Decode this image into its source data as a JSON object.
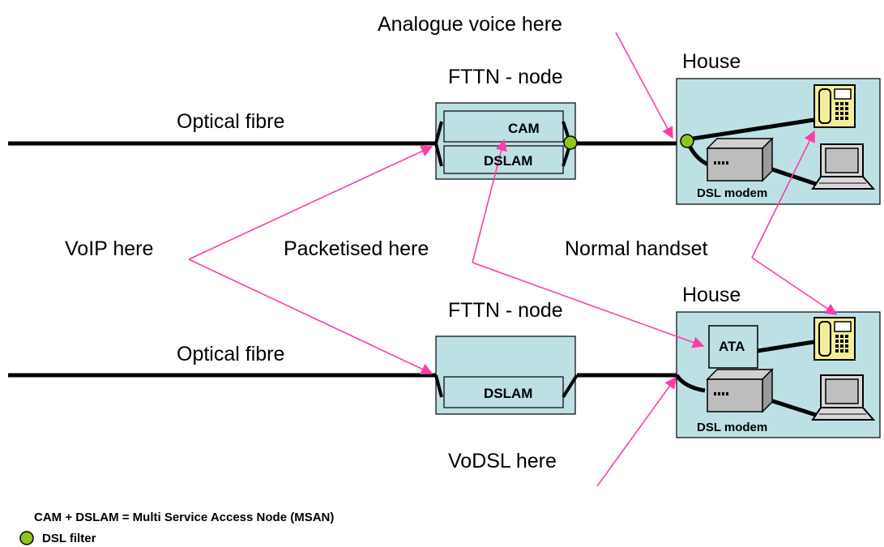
{
  "labels": {
    "analogue_voice": "Analogue voice here",
    "house_top": "House",
    "house_bottom": "House",
    "node_top": "FTTN - node",
    "node_bottom": "FTTN - node",
    "fibre_top": "Optical fibre",
    "fibre_bottom": "Optical fibre",
    "voip": "VoIP here",
    "packetised": "Packetised here",
    "normal_handset": "Normal handset",
    "vodsl": "VoDSL here"
  },
  "boxes": {
    "cam": "CAM",
    "dslam_top": "DSLAM",
    "dslam_bottom": "DSLAM",
    "modem_top": "DSL modem",
    "modem_bottom": "DSL modem",
    "ata": "ATA"
  },
  "legend": {
    "msan": "CAM + DSLAM = Multi Service Access Node (MSAN)",
    "filter": "DSL filter"
  },
  "colors": {
    "house_fill": "#bde0e4",
    "node_fill": "#bde0e4",
    "arrow": "#ff3ba8",
    "filter": "#8fc51c",
    "line": "#000000"
  }
}
